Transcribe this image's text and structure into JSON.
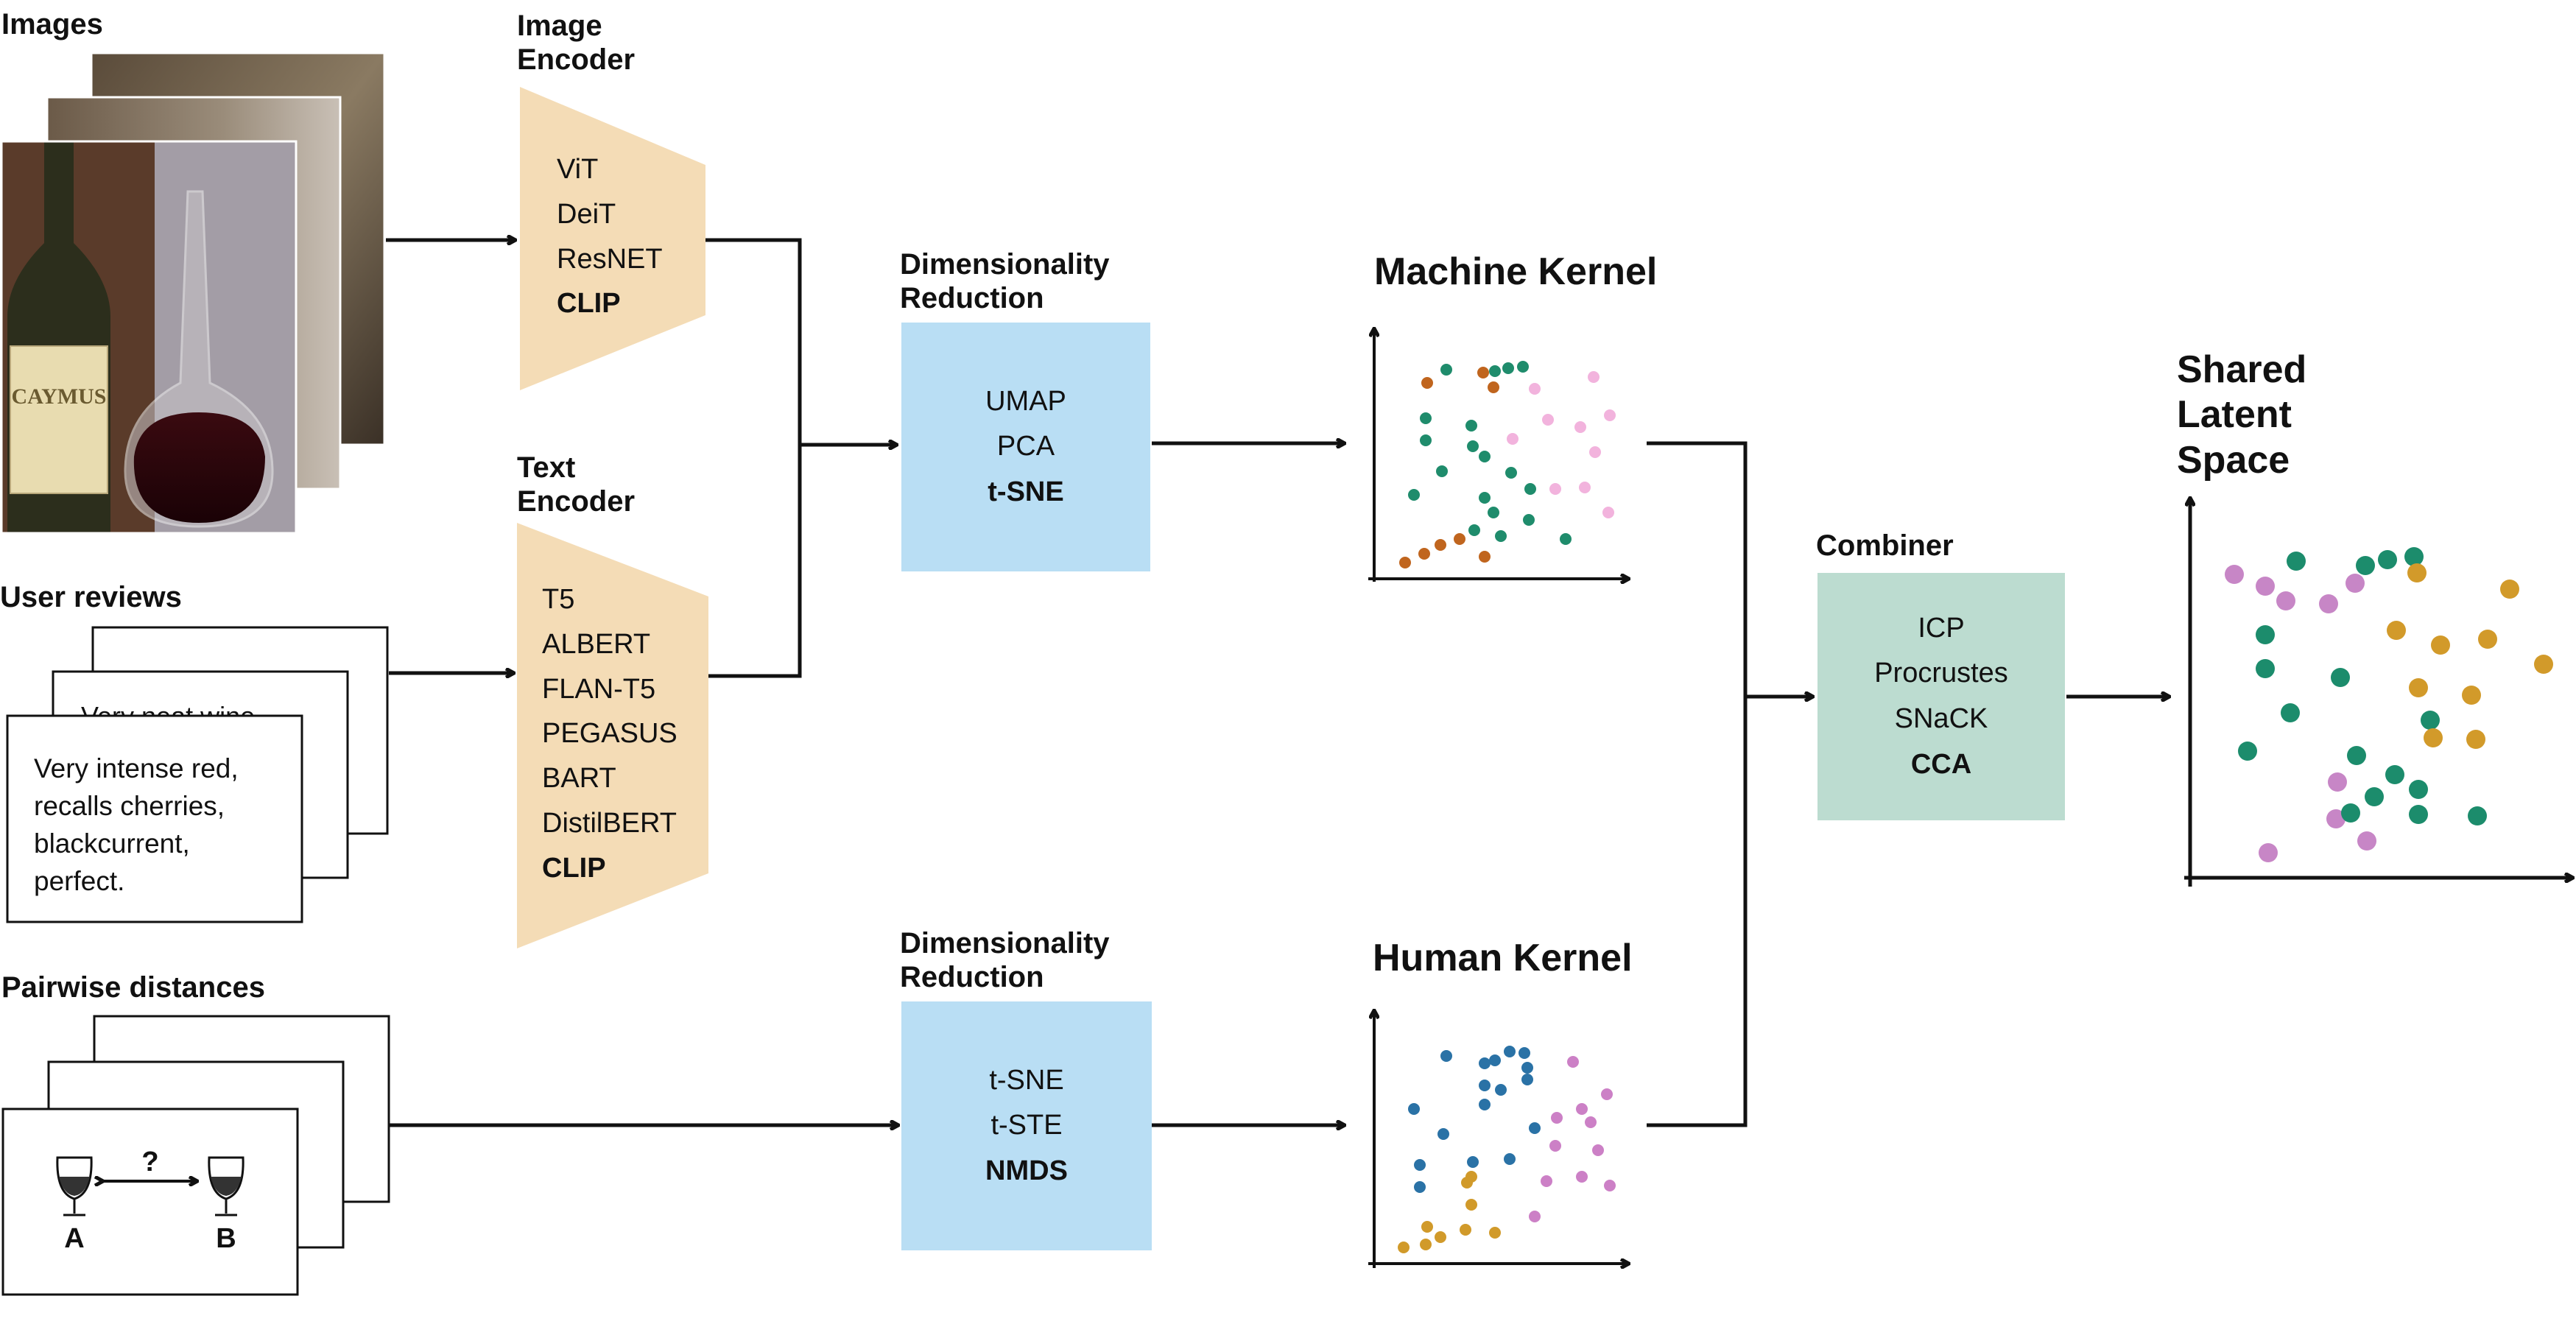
{
  "labels": {
    "images": "Images",
    "image_encoder": "Image\nEncoder",
    "text_encoder": "Text\nEncoder",
    "user_reviews": "User reviews",
    "pairwise_distances": "Pairwise distances",
    "dim_reduction_top": "Dimensionality\nReduction",
    "dim_reduction_bottom": "Dimensionality\nReduction",
    "machine_kernel": "Machine Kernel",
    "human_kernel": "Human Kernel",
    "combiner": "Combiner",
    "shared_latent_space": "Shared\nLatent\nSpace"
  },
  "image_encoder_models": [
    "ViT",
    "DeiT",
    "ResNET",
    "CLIP"
  ],
  "image_encoder_bold": "CLIP",
  "text_encoder_models": [
    "T5",
    "ALBERT",
    "FLAN-T5",
    "PEGASUS",
    "BART",
    "DistilBERT",
    "CLIP"
  ],
  "text_encoder_bold": "CLIP",
  "dim_reduction_top_methods": [
    "UMAP",
    "PCA",
    "t-SNE"
  ],
  "dim_reduction_top_bold": "t-SNE",
  "dim_reduction_bottom_methods": [
    "t-SNE",
    "t-STE",
    "NMDS"
  ],
  "dim_reduction_bottom_bold": "NMDS",
  "combiner_methods": [
    "ICP",
    "Procrustes",
    "SNaCK",
    "CCA"
  ],
  "combiner_bold": "CCA",
  "review_text": "Very intense red,\nrecalls cherries,\nblackcurrent,\nperfect.",
  "review_text_behind": "Very neat wine",
  "pairwise_question": "?",
  "pairwise_a": "A",
  "pairwise_b": "B",
  "wine_label_brand": "CAYMUS",
  "colors": {
    "encoder_fill": "#f4dcb6",
    "dimred_fill": "#b9def4",
    "combiner_fill": "#bcdcd0",
    "green": "#1f8c6c",
    "orange_brown": "#c0651e",
    "pink": "#f2b3dd",
    "blue": "#2a72a6",
    "mustard": "#d19a2a",
    "mauve": "#cc80c6",
    "shared_pink": "#c786c6",
    "shared_green": "#1c8c6c",
    "shared_gold": "#d29a2a"
  }
}
